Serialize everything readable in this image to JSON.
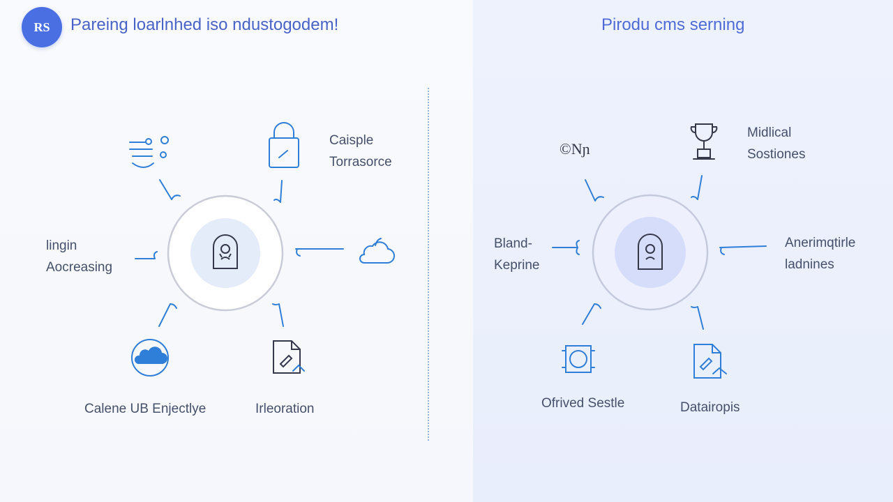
{
  "header": {
    "logo_text": "RS",
    "left_title": "Pareing loarlnhed iso ndustogodem!",
    "right_title": "Pirodu cms serning"
  },
  "left_diagram": {
    "labels": {
      "top_right": [
        "Caisple",
        "Torrasorce"
      ],
      "mid_left": [
        "lingin",
        "Aocreasing"
      ],
      "bottom_left": "Calene UB Enjectlye",
      "bottom_right": "Irleoration"
    }
  },
  "right_diagram": {
    "labels": {
      "top_left_glyph": "©Nɲ",
      "top_right": [
        "Midlical",
        "Sostiones"
      ],
      "mid_left": [
        "Bland-",
        "Keprine"
      ],
      "mid_right": [
        "Anerimqtirle",
        "ladnines"
      ],
      "bottom_left": "Ofrived Sestle",
      "bottom_right": "Datairopis"
    }
  },
  "colors": {
    "accent": "#2f7ed8",
    "ring": "#c9ccd6",
    "left_hub": "#e3ecf8",
    "right_hub": "#dce2fb",
    "title": "#4a63c7"
  }
}
